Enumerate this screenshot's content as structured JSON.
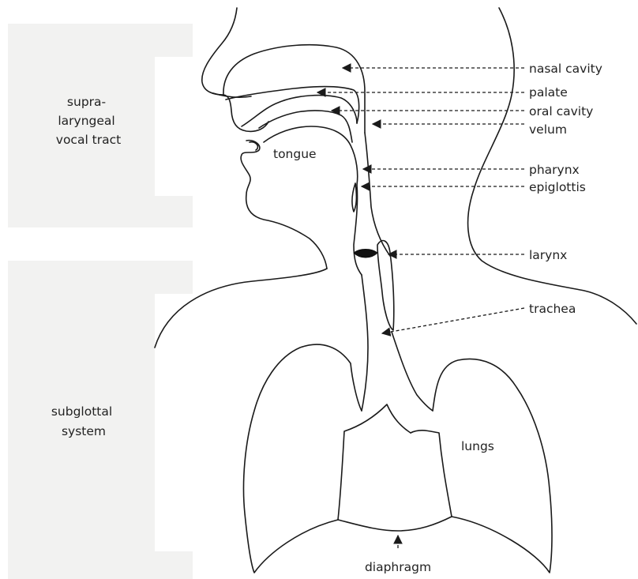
{
  "regions": [
    {
      "id": "supra",
      "lines": [
        "supra-",
        "laryngeal",
        "vocal tract"
      ]
    },
    {
      "id": "sub",
      "lines": [
        "subglottal",
        "system"
      ]
    }
  ],
  "labels": {
    "nasal_cavity": "nasal cavity",
    "palate": "palate",
    "oral_cavity": "oral cavity",
    "velum": "velum",
    "pharynx": "pharynx",
    "epiglottis": "epiglottis",
    "larynx": "larynx",
    "trachea": "trachea",
    "tongue": "tongue",
    "lungs": "lungs",
    "diaphragm": "diaphragm"
  }
}
